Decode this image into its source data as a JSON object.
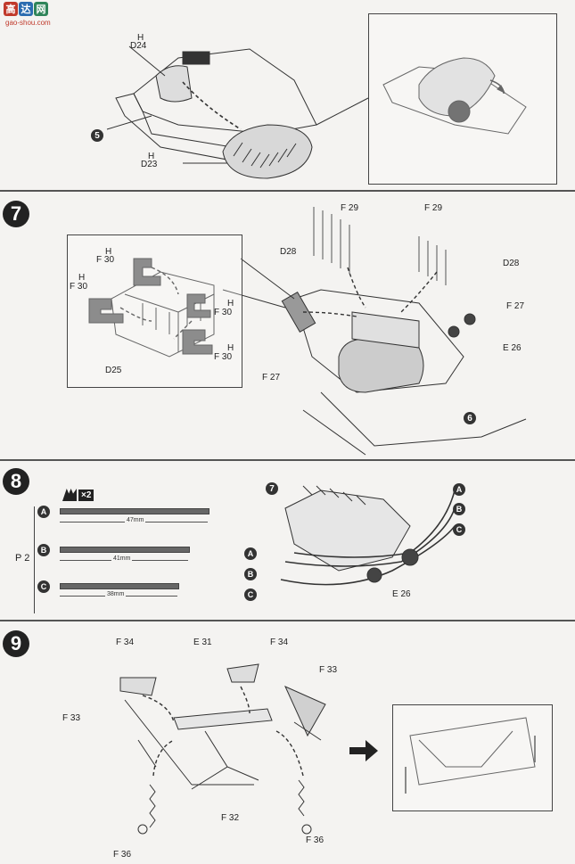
{
  "watermark": {
    "glyph_1": "高",
    "glyph_2": "达",
    "glyph_3": "网",
    "site": "gao-shou.com"
  },
  "step6": {
    "labels": {
      "d24": "D24",
      "d24_runner": "H",
      "d23": "D23",
      "d23_runner": "H",
      "ref5": "5"
    }
  },
  "step7": {
    "number": "7",
    "inset_labels": {
      "f30_top": "F 30",
      "f30_top_runner": "H",
      "f30_left": "F 30",
      "f30_left_runner": "H",
      "f30_right": "F 30",
      "f30_right_runner": "H",
      "f30_bottom": "F 30",
      "f30_bottom_runner": "H",
      "d25": "D25"
    },
    "labels": {
      "f29_a": "F 29",
      "f29_b": "F 29",
      "d28_a": "D28",
      "d28_b": "D28",
      "f27_a": "F 27",
      "f27_b": "F 27",
      "e26": "E 26",
      "ref6": "6"
    }
  },
  "step8": {
    "number": "8",
    "multiplier": "×2",
    "sheet_label": "P 2",
    "wires": [
      {
        "letter": "A",
        "length": "47mm"
      },
      {
        "letter": "B",
        "length": "41mm"
      },
      {
        "letter": "C",
        "length": "38mm"
      }
    ],
    "labels": {
      "ref7": "7",
      "a_left": "A",
      "b_left": "B",
      "c_left": "C",
      "a_right": "A",
      "b_right": "B",
      "c_right": "C",
      "e26": "E 26"
    }
  },
  "step9": {
    "number": "9",
    "labels": {
      "f34_a": "F 34",
      "f34_b": "F 34",
      "e31": "E 31",
      "f33_a": "F 33",
      "f33_b": "F 33",
      "f32": "F 32",
      "f36_a": "F 36",
      "f36_b": "F 36"
    }
  }
}
